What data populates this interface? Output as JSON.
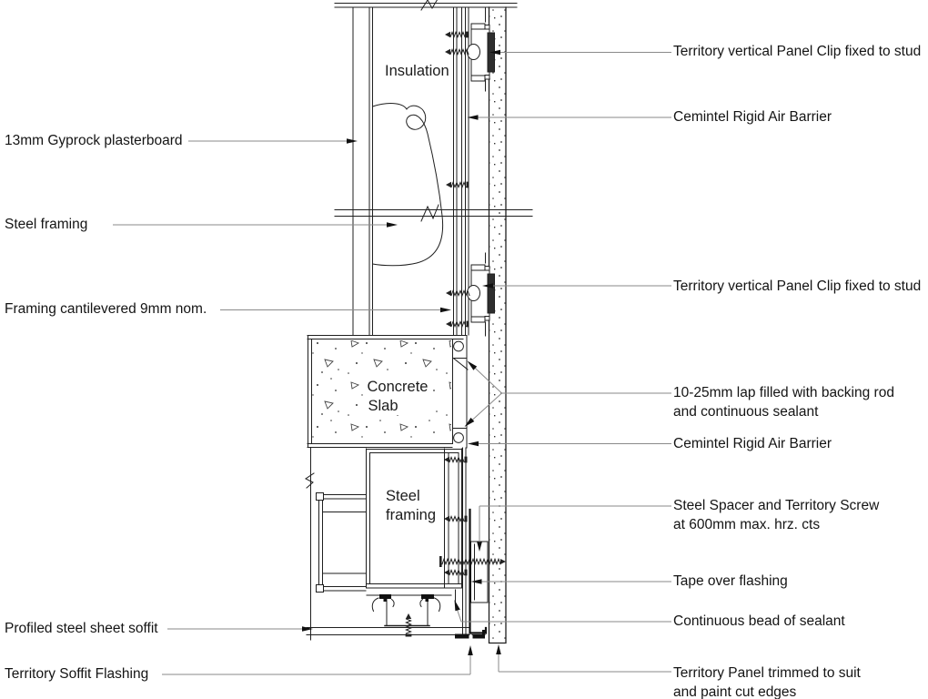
{
  "drawing": {
    "texts": {
      "insulation": "Insulation",
      "concrete_line1": "Concrete",
      "concrete_line2": "Slab",
      "framing_line1": "Steel",
      "framing_line2": "framing"
    },
    "colors": {
      "line": "#1f1f1f",
      "leader": "#8a8a8a",
      "arrow": "#111111",
      "background": "#ffffff",
      "text": "#141414"
    }
  },
  "callouts": {
    "left": [
      {
        "id": "gyprock",
        "lines": [
          "13mm Gyprock plasterboard"
        ]
      },
      {
        "id": "steel-framing",
        "lines": [
          "Steel framing"
        ]
      },
      {
        "id": "framing-cantilever",
        "lines": [
          "Framing cantilevered 9mm nom."
        ]
      },
      {
        "id": "profiled-soffit",
        "lines": [
          "Profiled steel sheet soffit"
        ]
      },
      {
        "id": "soffit-flashing",
        "lines": [
          "Territory Soffit Flashing"
        ]
      }
    ],
    "right": [
      {
        "id": "panel-clip-top",
        "lines": [
          "Territory vertical Panel Clip fixed to stud"
        ]
      },
      {
        "id": "air-barrier-top",
        "lines": [
          "Cemintel Rigid Air Barrier"
        ]
      },
      {
        "id": "panel-clip-mid",
        "lines": [
          "Territory vertical Panel Clip fixed to stud"
        ]
      },
      {
        "id": "lap-joint",
        "lines": [
          "10-25mm lap filled with backing rod",
          "and continuous sealant"
        ]
      },
      {
        "id": "air-barrier-mid",
        "lines": [
          "Cemintel Rigid Air Barrier"
        ]
      },
      {
        "id": "steel-spacer",
        "lines": [
          "Steel Spacer and Territory Screw",
          "at 600mm max. hrz. cts"
        ]
      },
      {
        "id": "tape-flashing",
        "lines": [
          "Tape over flashing"
        ]
      },
      {
        "id": "sealant-bead",
        "lines": [
          "Continuous bead of sealant"
        ]
      },
      {
        "id": "panel-trim",
        "lines": [
          "Territory Panel trimmed to suit",
          "and paint cut edges"
        ]
      }
    ]
  }
}
